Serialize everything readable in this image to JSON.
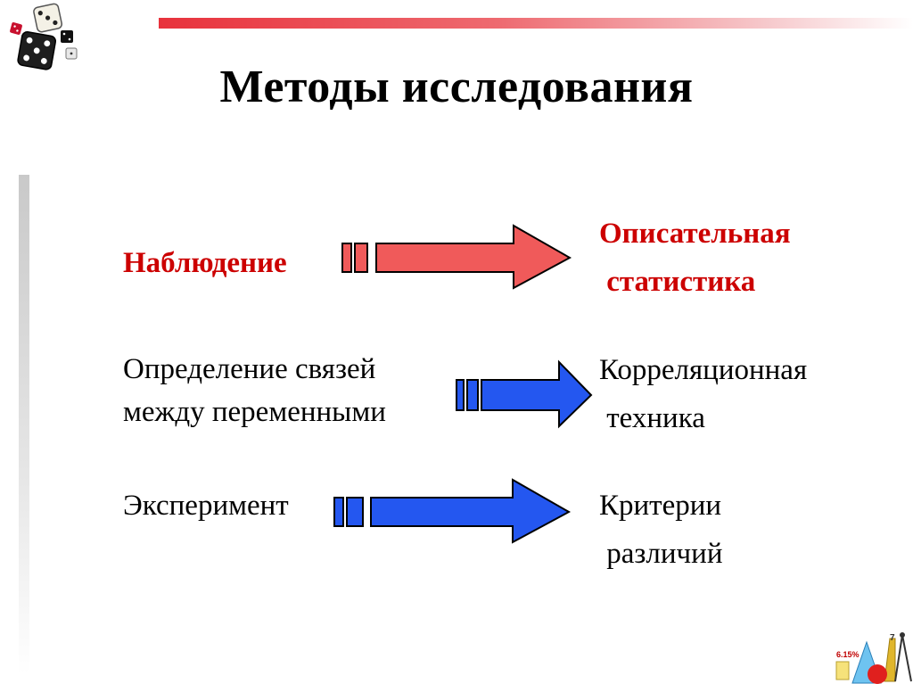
{
  "title": "Методы исследования",
  "rows": [
    {
      "method": [
        "Наблюдение"
      ],
      "result": [
        "Описательная",
        " статистика"
      ],
      "arrow_color": "#f05a5a",
      "text_color": "#cc0000"
    },
    {
      "method": [
        "Определение связей",
        "между переменными"
      ],
      "result": [
        "Корреляционная",
        " техника"
      ],
      "arrow_color": "#2457f0",
      "text_color": "#000000"
    },
    {
      "method": [
        "Эксперимент"
      ],
      "result": [
        "Критерии",
        " различий"
      ],
      "arrow_color": "#2457f0",
      "text_color": "#000000"
    }
  ],
  "decor": {
    "top_rule_color": "#e8323c",
    "left_rule_color": "#cccccc",
    "icons": [
      "dice-icon",
      "geometry-shapes-icon"
    ],
    "corner_icon_text": {
      "percent": "6.15%",
      "number": "7"
    }
  }
}
